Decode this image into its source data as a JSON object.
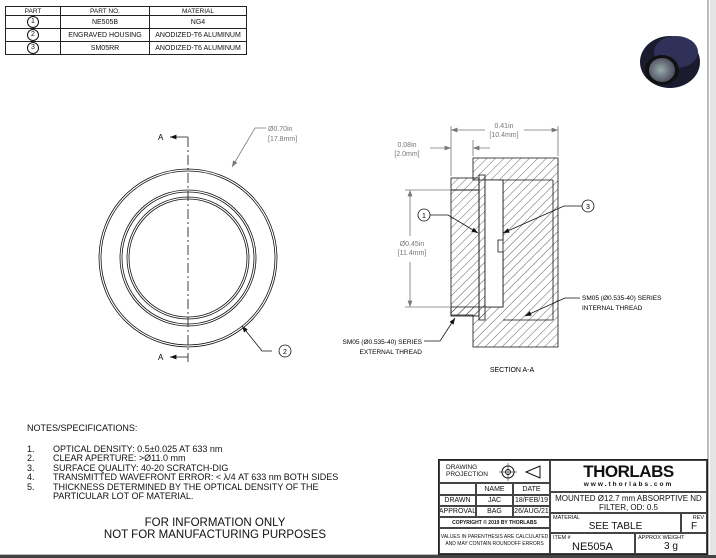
{
  "parts_table": {
    "headers": [
      "PART",
      "PART NO.",
      "MATERIAL"
    ],
    "rows": [
      {
        "part": "1",
        "part_no": "NE505B",
        "material": "NG4"
      },
      {
        "part": "2",
        "part_no": "ENGRAVED HOUSING",
        "material": "ANODIZED-T6 ALUMINUM"
      },
      {
        "part": "3",
        "part_no": "SM05RR",
        "material": "ANODIZED-T6 ALUMINUM"
      }
    ]
  },
  "front_view": {
    "section_label": "A",
    "diameter_in": "Ø0.70in",
    "diameter_mm": "[17.8mm]",
    "callout": "2"
  },
  "section_view": {
    "length_in": "0.41in",
    "length_mm": "[10.4mm]",
    "flange_in": "0.08in",
    "flange_mm": "[2.0mm]",
    "bore_in": "Ø0.45in",
    "bore_mm": "[11.4mm]",
    "callout_filter": "1",
    "callout_ring": "3",
    "internal_thread_1": "SM05 (Ø0.535-40) SERIES",
    "internal_thread_2": "INTERNAL THREAD",
    "external_thread_1": "SM05 (Ø0.535-40) SERIES",
    "external_thread_2": "EXTERNAL THREAD",
    "title": "SECTION A-A"
  },
  "notes": {
    "heading": "NOTES/SPECIFICATIONS:",
    "items": [
      {
        "n": "1.",
        "text": "OPTICAL DENSITY: 0.5±0.025 AT 633 nm"
      },
      {
        "n": "2.",
        "text": "CLEAR APERTURE: >Ø11.0 mm"
      },
      {
        "n": "3.",
        "text": "SURFACE QUALITY: 40-20 SCRATCH-DIG"
      },
      {
        "n": "4.",
        "text": "TRANSMITTED WAVEFRONT ERROR: < λ/4 AT 633 nm BOTH SIDES"
      },
      {
        "n": "5.",
        "text": "THICKNESS DETERMINED BY THE OPTICAL DENSITY OF THE"
      },
      {
        "n": "",
        "text": "PARTICULAR LOT OF MATERIAL."
      }
    ]
  },
  "disclaimer": {
    "line1": "FOR INFORMATION ONLY",
    "line2": "NOT FOR MANUFACTURING PURPOSES"
  },
  "title_block": {
    "projection_label": "DRAWING PROJECTION",
    "name_header": "NAME",
    "date_header": "DATE",
    "drawn_label": "DRAWN",
    "drawn_name": "JAC",
    "drawn_date": "18/FEB/19",
    "approval_label": "APPROVAL",
    "approval_name": "BAG",
    "approval_date": "26/AUG/21",
    "copyright": "COPYRIGHT © 2019 BY THORLABS",
    "values_note_1": "VALUES IN PARENTHESIS ARE CALCULATED",
    "values_note_2": "AND MAY CONTAIN ROUNDOFF ERRORS",
    "logo": "THORLABS",
    "website": "www.thorlabs.com",
    "description_1": "MOUNTED Ø12.7 mm ABSORPTIVE ND",
    "description_2": "FILTER, OD: 0.5",
    "material_label": "MATERIAL",
    "material": "SEE TABLE",
    "rev_label": "REV",
    "rev": "F",
    "item_label": "ITEM #",
    "item": "NE505A",
    "weight_label": "APPROX WEIGHT",
    "weight": "3 g"
  }
}
